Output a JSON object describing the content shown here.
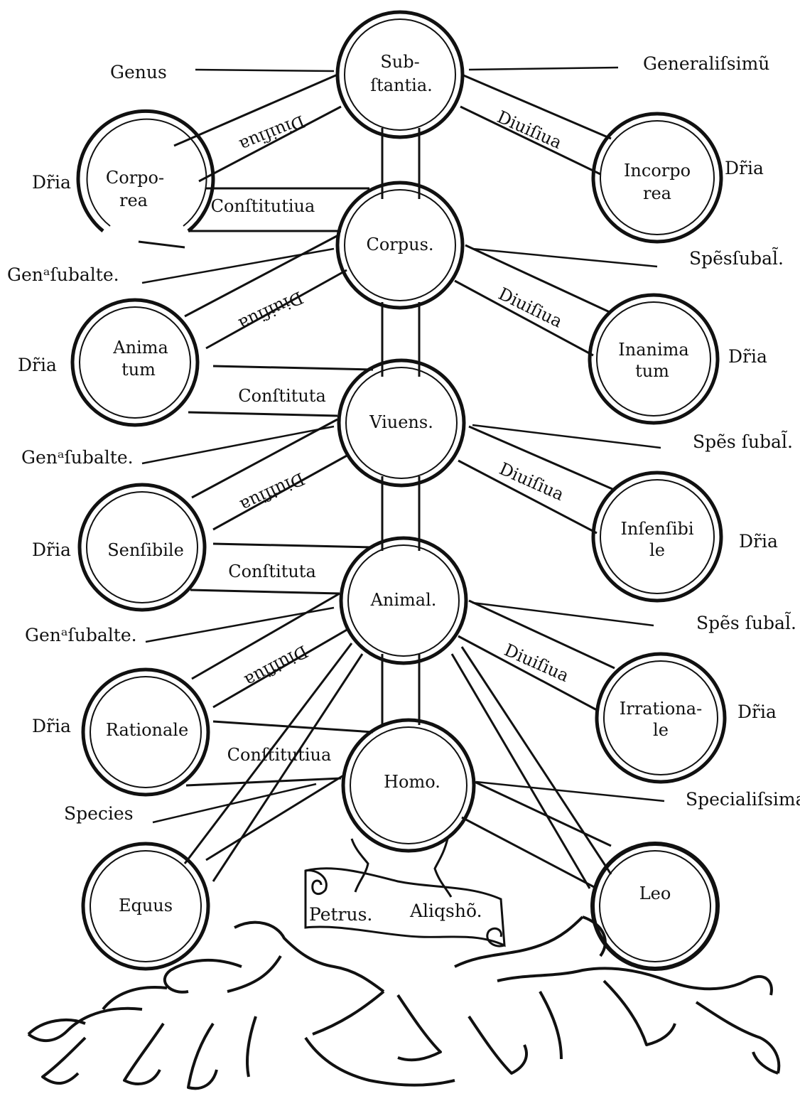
{
  "nodes": {
    "substantia": [
      "Sub-",
      "ſtantia."
    ],
    "corporea": [
      "Corpo-",
      "rea"
    ],
    "incorporea": [
      "Incorpo",
      "rea"
    ],
    "corpus": [
      "Corpus."
    ],
    "animatum": [
      "Anima",
      "tum"
    ],
    "inanimatum": [
      "Inanima",
      "tum"
    ],
    "viuens": [
      "Viuens."
    ],
    "sensibile": [
      "Senſibile"
    ],
    "insensibile": [
      "Inſenſibi",
      "le"
    ],
    "animal": [
      "Animal."
    ],
    "rationale": [
      "Rationale"
    ],
    "irrationale": [
      "Irrationa-",
      "le"
    ],
    "homo": [
      "Homo."
    ],
    "equus": [
      "Equus"
    ],
    "leo": [
      "Leo"
    ]
  },
  "labels": {
    "genus": "Genus",
    "generalissimum": "Generaliſsimũ",
    "differentia": "Dr̃ia",
    "genus_subalternum": "Genᵃſubalte.",
    "species_subalterna": "Spẽsſubal̃.",
    "species_subalterna_spaced": "Spẽs ſubal̃.",
    "species": "Species",
    "specialissima": "Specialiſsima",
    "diuisiua": "Diuiſiua",
    "constitutiua": "Conſtitutiua",
    "constituta": "Conſtituta"
  },
  "scroll": {
    "petrus": "Petrus.",
    "aliquis_homo": "Aliqshõ."
  },
  "colors": {
    "ink": "#111111",
    "paper": "#ffffff"
  }
}
